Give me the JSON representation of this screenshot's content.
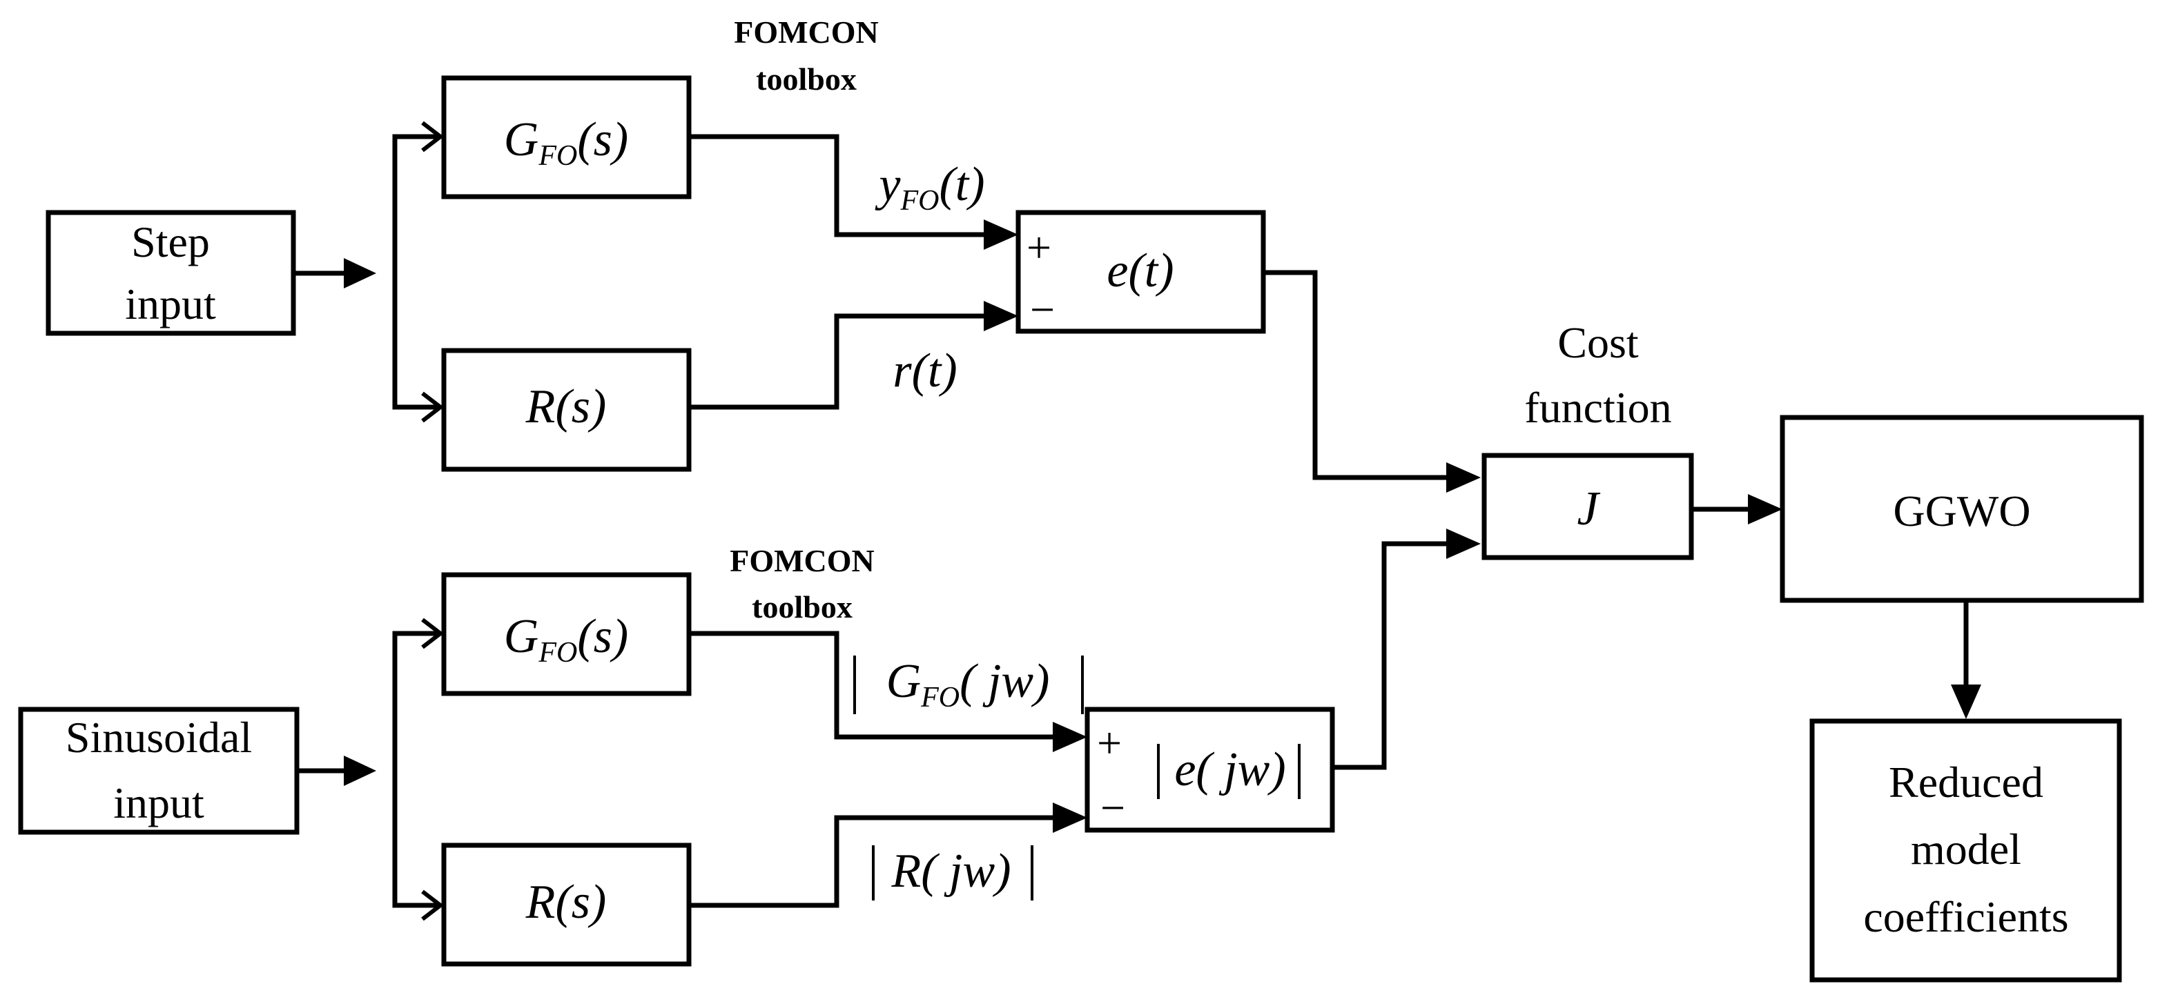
{
  "blocks": {
    "step_input": {
      "line1": "Step",
      "line2": "input"
    },
    "sinusoidal_input": {
      "line1": "Sinusoidal",
      "line2": "input"
    },
    "gfo_top": {
      "main": "G",
      "sub": "FO",
      "arg": "(s)"
    },
    "rs_top": {
      "main": "R",
      "arg": "(s)"
    },
    "gfo_bottom": {
      "main": "G",
      "sub": "FO",
      "arg": "(s)"
    },
    "rs_bottom": {
      "main": "R",
      "arg": "(s)"
    },
    "error_time": {
      "label": "e(t)"
    },
    "error_freq": {
      "label": "e( jw)"
    },
    "cost_j": {
      "label": "J"
    },
    "ggwo": {
      "label": "GGWO"
    },
    "reduced": {
      "line1": "Reduced",
      "line2": "model",
      "line3": "coefficients"
    }
  },
  "annotations": {
    "fomcon_top": {
      "line1": "FOMCON",
      "line2": "toolbox"
    },
    "fomcon_bottom": {
      "line1": "FOMCON",
      "line2": "toolbox"
    },
    "cost_function": {
      "line1": "Cost",
      "line2": "function"
    }
  },
  "signals": {
    "yfo_t": {
      "main": "y",
      "sub": "FO",
      "arg": "(t)"
    },
    "r_t": {
      "label": "r(t)"
    },
    "gfo_jw": {
      "main": "G",
      "sub": "FO",
      "arg": "( jw)"
    },
    "r_jw": {
      "label": "R( jw)"
    }
  },
  "summing": {
    "plus": "+",
    "minus": "−"
  }
}
